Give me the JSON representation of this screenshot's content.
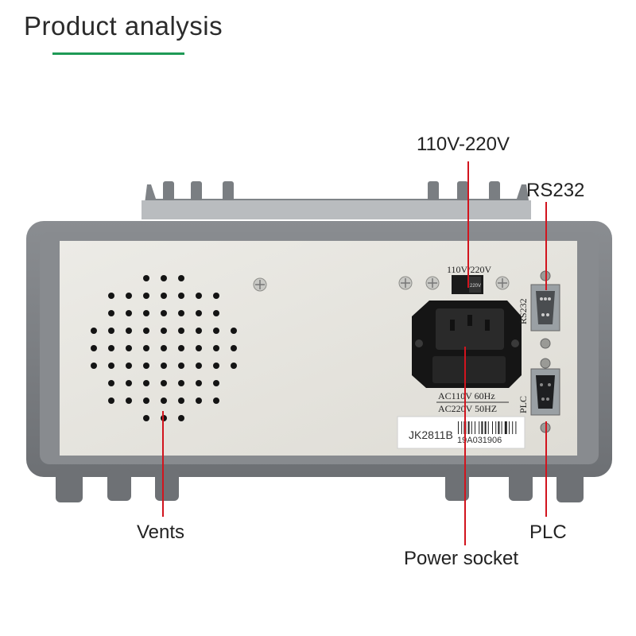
{
  "header": {
    "title": "Product analysis"
  },
  "callouts": {
    "voltage": "110V-220V",
    "rs232": "RS232",
    "vents": "Vents",
    "plc": "PLC",
    "power_socket": "Power socket"
  },
  "panel_print": {
    "switch_label": "110V/220V",
    "switch_mark": "220V",
    "rs232_print": "RS232",
    "plc_print": "PLC",
    "rating_line1": "AC110V 60Hz",
    "rating_line2": "AC220V 50HZ",
    "model": "JK2811B",
    "serial": "19A031906"
  },
  "colors": {
    "accent_underline": "#1f9a56",
    "callout_line": "#d2141e",
    "bezel": "#7c7f83",
    "panel": "#e7e5df"
  }
}
